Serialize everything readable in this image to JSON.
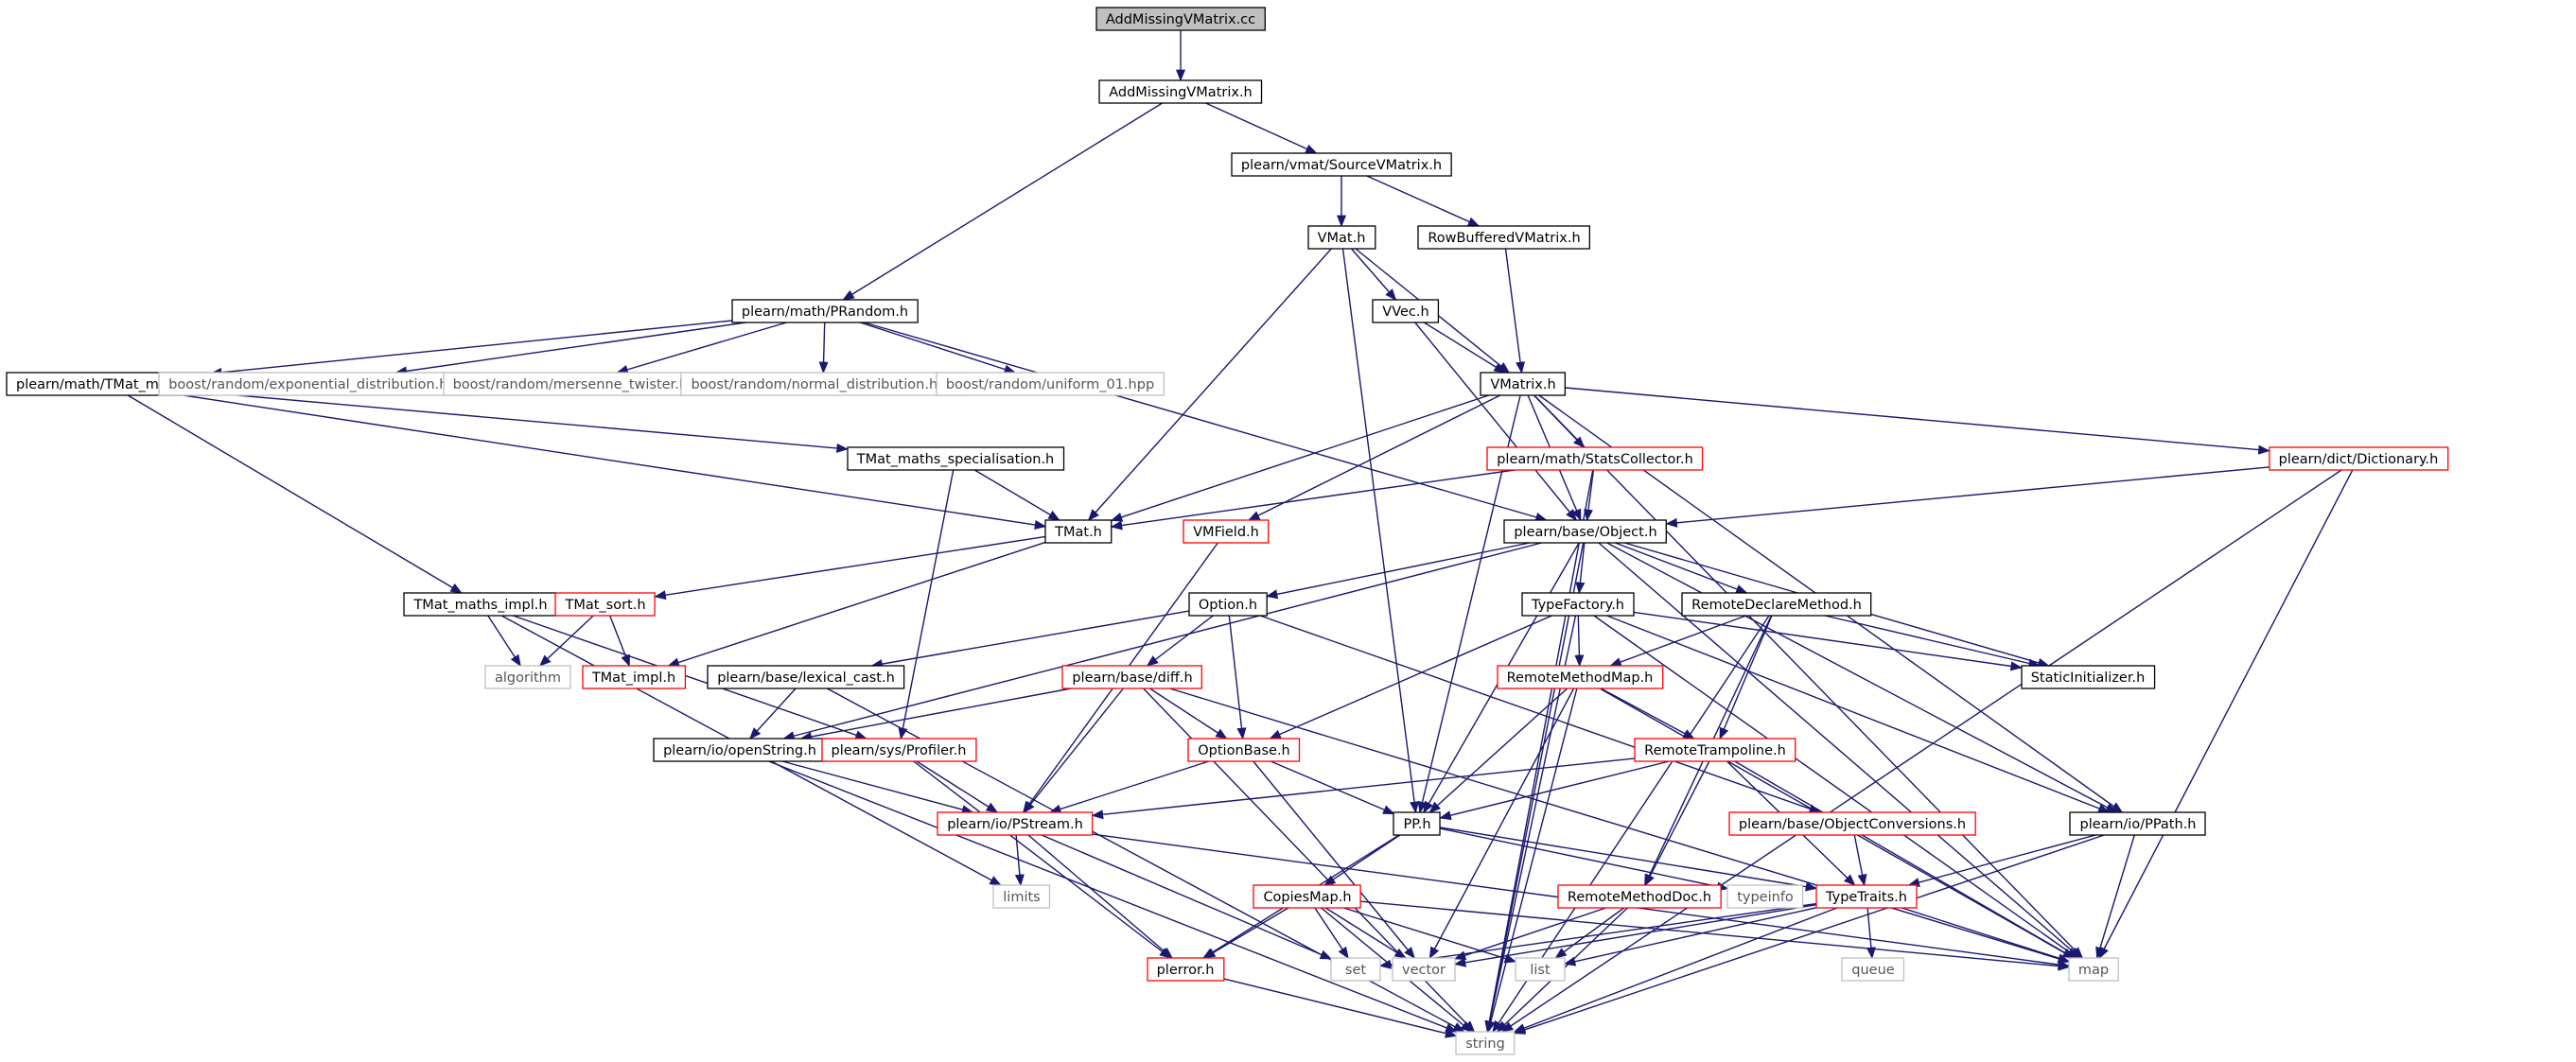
{
  "colors": {
    "edge": "#191970",
    "border_black": "#000000",
    "border_red": "#ff0000",
    "border_gray": "#bfbfbf",
    "fill_root": "#bfbfbf",
    "fill_default": "#ffffff",
    "text_default": "#000000",
    "text_gray": "#555555"
  },
  "nodes": [
    {
      "id": "n0",
      "label": "AddMissingVMatrix.cc",
      "style": "root"
    },
    {
      "id": "n1",
      "label": "AddMissingVMatrix.h",
      "style": "black"
    },
    {
      "id": "n2",
      "label": "plearn/vmat/SourceVMatrix.h",
      "style": "black"
    },
    {
      "id": "n3",
      "label": "VMat.h",
      "style": "black"
    },
    {
      "id": "n4",
      "label": "RowBufferedVMatrix.h",
      "style": "black"
    },
    {
      "id": "n5",
      "label": "plearn/math/PRandom.h",
      "style": "black"
    },
    {
      "id": "n6",
      "label": "VVec.h",
      "style": "black"
    },
    {
      "id": "n7",
      "label": "plearn/math/TMat_maths.h",
      "style": "black"
    },
    {
      "id": "n8",
      "label": "boost/random/exponential_distribution.hpp",
      "style": "gray"
    },
    {
      "id": "n9",
      "label": "boost/random/mersenne_twister.hpp",
      "style": "gray"
    },
    {
      "id": "n10",
      "label": "boost/random/normal_distribution.hpp",
      "style": "gray"
    },
    {
      "id": "n11",
      "label": "boost/random/uniform_01.hpp",
      "style": "gray"
    },
    {
      "id": "n12",
      "label": "VMatrix.h",
      "style": "black"
    },
    {
      "id": "n13",
      "label": "TMat_maths_specialisation.h",
      "style": "black"
    },
    {
      "id": "n14",
      "label": "plearn/math/StatsCollector.h",
      "style": "red"
    },
    {
      "id": "n15",
      "label": "plearn/dict/Dictionary.h",
      "style": "red"
    },
    {
      "id": "n16",
      "label": "TMat.h",
      "style": "black"
    },
    {
      "id": "n17",
      "label": "VMField.h",
      "style": "red"
    },
    {
      "id": "n18",
      "label": "plearn/base/Object.h",
      "style": "black"
    },
    {
      "id": "n19",
      "label": "TMat_maths_impl.h",
      "style": "black"
    },
    {
      "id": "n20",
      "label": "TMat_sort.h",
      "style": "red"
    },
    {
      "id": "n21",
      "label": "Option.h",
      "style": "black"
    },
    {
      "id": "n22",
      "label": "TypeFactory.h",
      "style": "black"
    },
    {
      "id": "n23",
      "label": "RemoteDeclareMethod.h",
      "style": "black"
    },
    {
      "id": "n24",
      "label": "algorithm",
      "style": "gray"
    },
    {
      "id": "n25",
      "label": "TMat_impl.h",
      "style": "red"
    },
    {
      "id": "n26",
      "label": "plearn/base/lexical_cast.h",
      "style": "black"
    },
    {
      "id": "n27",
      "label": "plearn/base/diff.h",
      "style": "red"
    },
    {
      "id": "n28",
      "label": "RemoteMethodMap.h",
      "style": "red"
    },
    {
      "id": "n29",
      "label": "StaticInitializer.h",
      "style": "black"
    },
    {
      "id": "n30",
      "label": "plearn/io/openString.h",
      "style": "black"
    },
    {
      "id": "n31",
      "label": "plearn/sys/Profiler.h",
      "style": "red"
    },
    {
      "id": "n32",
      "label": "OptionBase.h",
      "style": "red"
    },
    {
      "id": "n33",
      "label": "RemoteTrampoline.h",
      "style": "red"
    },
    {
      "id": "n34",
      "label": "plearn/base/ObjectConversions.h",
      "style": "red"
    },
    {
      "id": "n35",
      "label": "plearn/io/PPath.h",
      "style": "black"
    },
    {
      "id": "n36",
      "label": "plearn/io/PStream.h",
      "style": "red"
    },
    {
      "id": "n37",
      "label": "PP.h",
      "style": "black"
    },
    {
      "id": "n38",
      "label": "limits",
      "style": "gray"
    },
    {
      "id": "n39",
      "label": "CopiesMap.h",
      "style": "red"
    },
    {
      "id": "n40",
      "label": "RemoteMethodDoc.h",
      "style": "red"
    },
    {
      "id": "n41",
      "label": "typeinfo",
      "style": "gray"
    },
    {
      "id": "n42",
      "label": "TypeTraits.h",
      "style": "red"
    },
    {
      "id": "n43",
      "label": "plerror.h",
      "style": "red"
    },
    {
      "id": "n44",
      "label": "set",
      "style": "gray"
    },
    {
      "id": "n45",
      "label": "vector",
      "style": "gray"
    },
    {
      "id": "n46",
      "label": "list",
      "style": "gray"
    },
    {
      "id": "n47",
      "label": "map",
      "style": "gray"
    },
    {
      "id": "n48",
      "label": "queue",
      "style": "gray"
    },
    {
      "id": "n49",
      "label": "string",
      "style": "gray"
    }
  ],
  "edges": [
    [
      "n0",
      "n1"
    ],
    [
      "n1",
      "n2"
    ],
    [
      "n1",
      "n5"
    ],
    [
      "n2",
      "n3"
    ],
    [
      "n2",
      "n4"
    ],
    [
      "n3",
      "n6"
    ],
    [
      "n3",
      "n12"
    ],
    [
      "n3",
      "n16"
    ],
    [
      "n3",
      "n37"
    ],
    [
      "n4",
      "n12"
    ],
    [
      "n6",
      "n12"
    ],
    [
      "n6",
      "n18"
    ],
    [
      "n5",
      "n7"
    ],
    [
      "n5",
      "n8"
    ],
    [
      "n5",
      "n9"
    ],
    [
      "n5",
      "n10"
    ],
    [
      "n5",
      "n11"
    ],
    [
      "n5",
      "n18"
    ],
    [
      "n7",
      "n13"
    ],
    [
      "n7",
      "n16"
    ],
    [
      "n7",
      "n19"
    ],
    [
      "n13",
      "n16"
    ],
    [
      "n13",
      "n31"
    ],
    [
      "n12",
      "n14"
    ],
    [
      "n12",
      "n15"
    ],
    [
      "n12",
      "n16"
    ],
    [
      "n12",
      "n17"
    ],
    [
      "n12",
      "n18"
    ],
    [
      "n12",
      "n37"
    ],
    [
      "n12",
      "n35"
    ],
    [
      "n12",
      "n47"
    ],
    [
      "n14",
      "n16"
    ],
    [
      "n14",
      "n18"
    ],
    [
      "n14",
      "n49"
    ],
    [
      "n15",
      "n18"
    ],
    [
      "n15",
      "n47"
    ],
    [
      "n15",
      "n49"
    ],
    [
      "n16",
      "n20"
    ],
    [
      "n16",
      "n25"
    ],
    [
      "n17",
      "n36"
    ],
    [
      "n18",
      "n21"
    ],
    [
      "n18",
      "n22"
    ],
    [
      "n18",
      "n23"
    ],
    [
      "n18",
      "n29"
    ],
    [
      "n18",
      "n30"
    ],
    [
      "n18",
      "n35"
    ],
    [
      "n18",
      "n37"
    ],
    [
      "n18",
      "n49"
    ],
    [
      "n18",
      "n47"
    ],
    [
      "n19",
      "n24"
    ],
    [
      "n19",
      "n31"
    ],
    [
      "n19",
      "n38"
    ],
    [
      "n20",
      "n24"
    ],
    [
      "n20",
      "n25"
    ],
    [
      "n21",
      "n26"
    ],
    [
      "n21",
      "n27"
    ],
    [
      "n21",
      "n32"
    ],
    [
      "n21",
      "n34"
    ],
    [
      "n22",
      "n28"
    ],
    [
      "n22",
      "n32"
    ],
    [
      "n22",
      "n29"
    ],
    [
      "n22",
      "n35"
    ],
    [
      "n22",
      "n47"
    ],
    [
      "n22",
      "n49"
    ],
    [
      "n23",
      "n28"
    ],
    [
      "n23",
      "n33"
    ],
    [
      "n23",
      "n40"
    ],
    [
      "n23",
      "n29"
    ],
    [
      "n23",
      "n49"
    ],
    [
      "n26",
      "n30"
    ],
    [
      "n26",
      "n49"
    ],
    [
      "n27",
      "n30"
    ],
    [
      "n27",
      "n32"
    ],
    [
      "n27",
      "n36"
    ],
    [
      "n27",
      "n49"
    ],
    [
      "n27",
      "n47"
    ],
    [
      "n28",
      "n33"
    ],
    [
      "n28",
      "n37"
    ],
    [
      "n28",
      "n45"
    ],
    [
      "n28",
      "n49"
    ],
    [
      "n28",
      "n47"
    ],
    [
      "n30",
      "n36"
    ],
    [
      "n30",
      "n49"
    ],
    [
      "n31",
      "n36"
    ],
    [
      "n31",
      "n43"
    ],
    [
      "n32",
      "n36"
    ],
    [
      "n32",
      "n37"
    ],
    [
      "n32",
      "n45"
    ],
    [
      "n33",
      "n36"
    ],
    [
      "n33",
      "n37"
    ],
    [
      "n33",
      "n40"
    ],
    [
      "n33",
      "n42"
    ],
    [
      "n33",
      "n47"
    ],
    [
      "n34",
      "n42"
    ],
    [
      "n35",
      "n42"
    ],
    [
      "n35",
      "n47"
    ],
    [
      "n35",
      "n49"
    ],
    [
      "n36",
      "n38"
    ],
    [
      "n36",
      "n43"
    ],
    [
      "n36",
      "n44"
    ],
    [
      "n36",
      "n47"
    ],
    [
      "n37",
      "n39"
    ],
    [
      "n37",
      "n41"
    ],
    [
      "n37",
      "n42"
    ],
    [
      "n37",
      "n43"
    ],
    [
      "n39",
      "n43"
    ],
    [
      "n39",
      "n44"
    ],
    [
      "n39",
      "n45"
    ],
    [
      "n39",
      "n46"
    ],
    [
      "n39",
      "n47"
    ],
    [
      "n39",
      "n49"
    ],
    [
      "n40",
      "n45"
    ],
    [
      "n40",
      "n46"
    ],
    [
      "n40",
      "n49"
    ],
    [
      "n42",
      "n44"
    ],
    [
      "n42",
      "n45"
    ],
    [
      "n42",
      "n46"
    ],
    [
      "n42",
      "n47"
    ],
    [
      "n42",
      "n48"
    ],
    [
      "n42",
      "n49"
    ],
    [
      "n43",
      "n49"
    ]
  ]
}
